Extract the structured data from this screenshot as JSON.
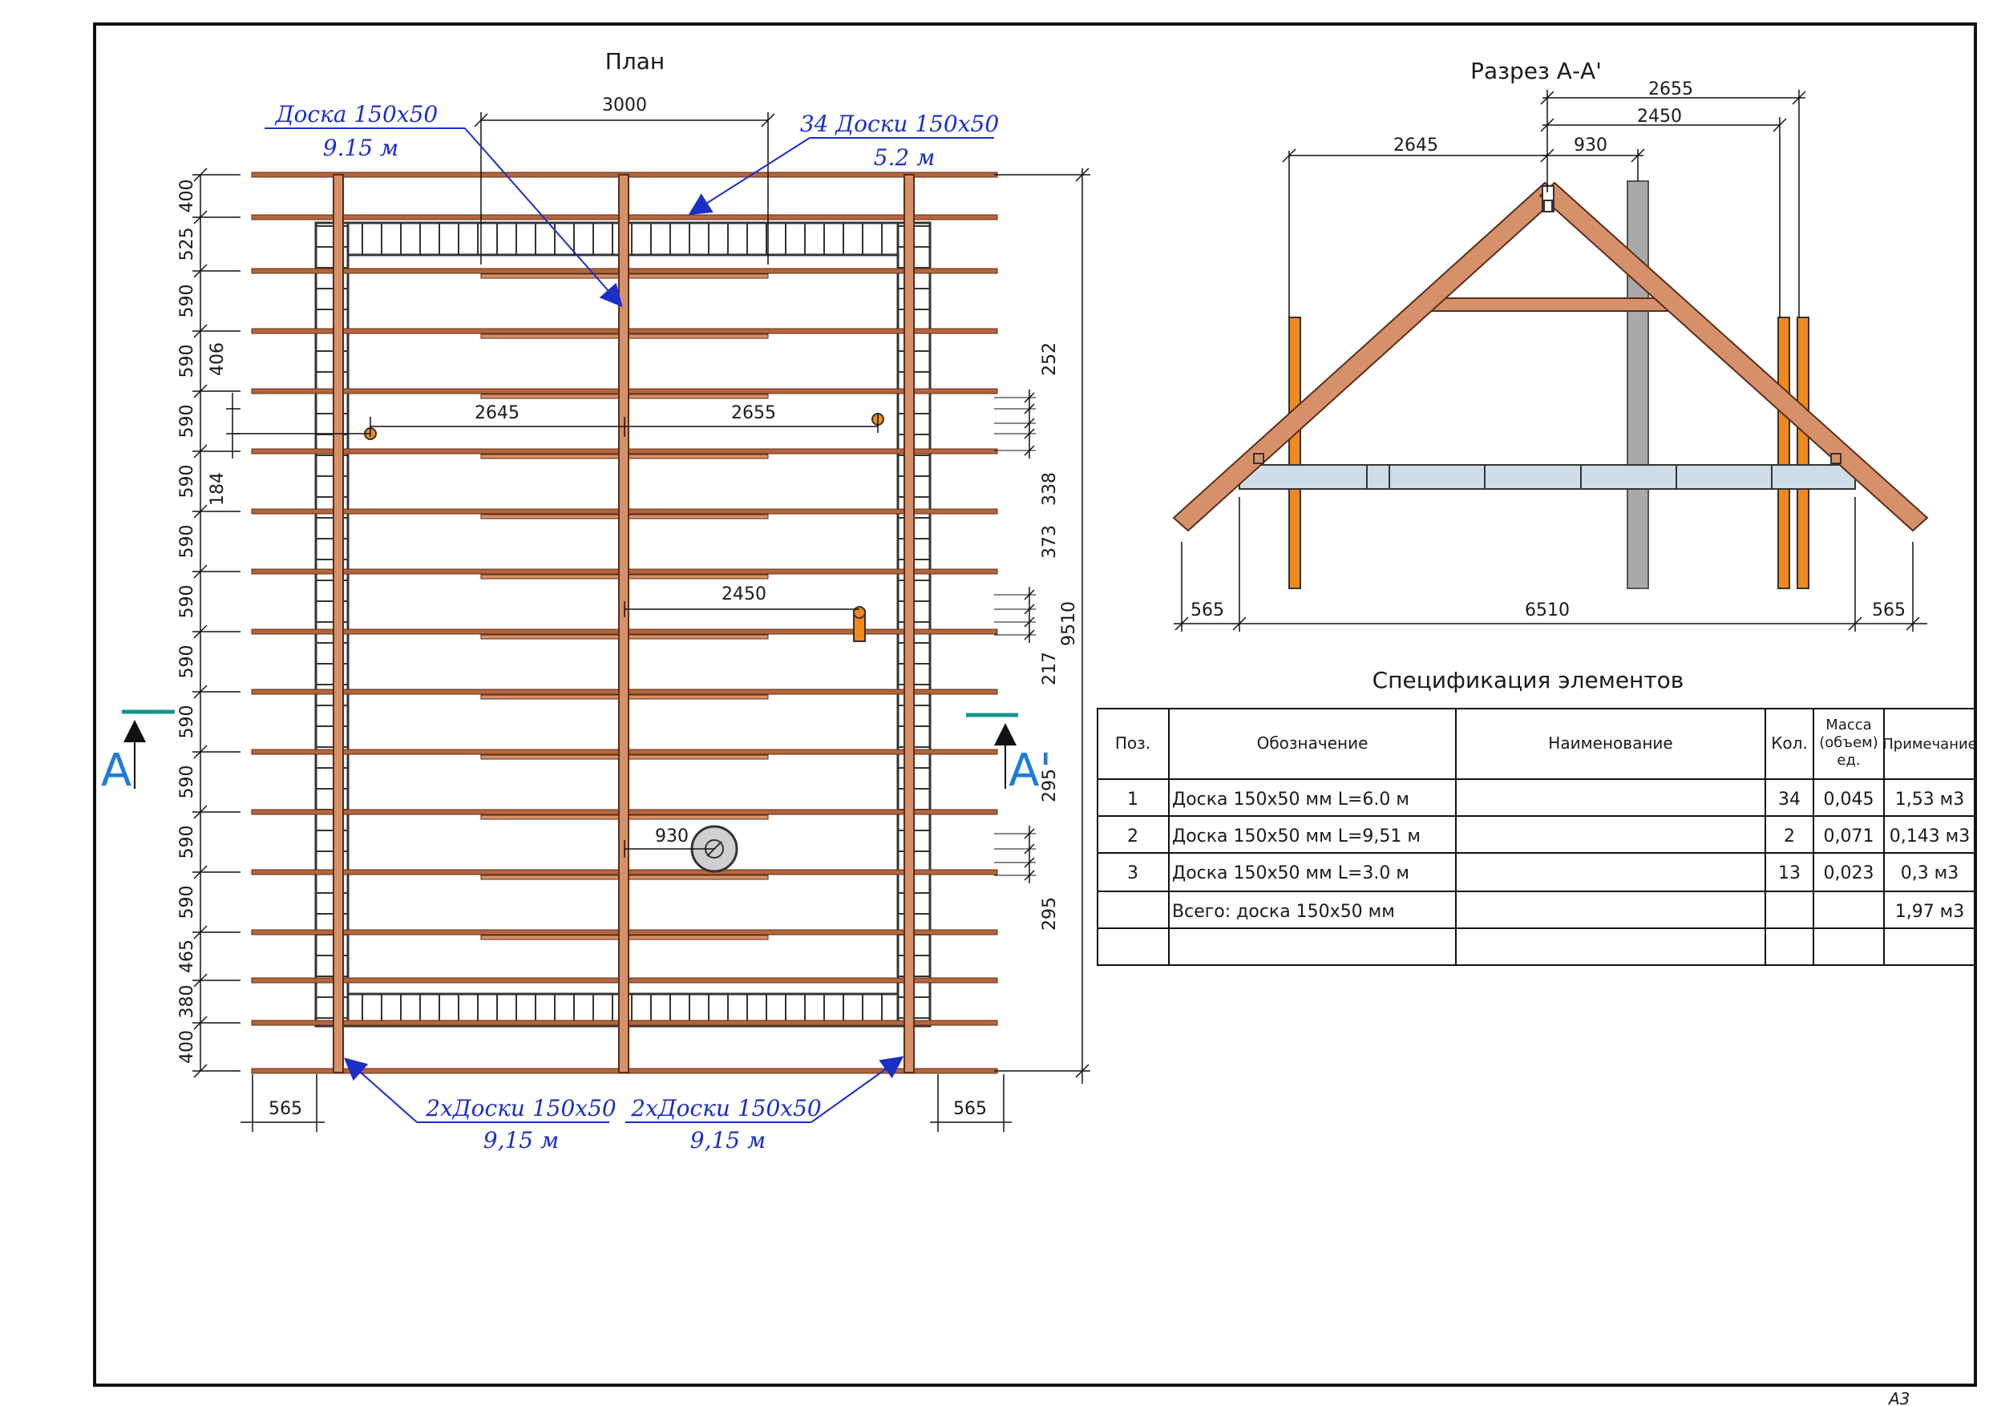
{
  "plan": {
    "title": "План",
    "dim_top": "3000",
    "note_left": {
      "line1": "Доска 150х50",
      "line2": "9.15 м"
    },
    "note_right": {
      "line1": "34 Доски 150х50",
      "line2": "5.2 м"
    },
    "note_bottom_left": {
      "line1": "2хДоски 150х50",
      "line2": "9,15 м"
    },
    "note_bottom_right": {
      "line1": "2хДоски 150х50",
      "line2": "9,15 м"
    },
    "left_dims": [
      "400",
      "525",
      "590",
      "590",
      "590",
      "590",
      "590",
      "590",
      "590",
      "590",
      "590",
      "590",
      "590",
      "465",
      "380",
      "400"
    ],
    "left_extra_dims": [
      "406",
      "184"
    ],
    "right_dims": [
      "252",
      "338",
      "373",
      "217",
      "295",
      "295"
    ],
    "total_dim": "9510",
    "inner_dims": {
      "d1": "2645",
      "d2": "2655",
      "d3": "2450",
      "d4": "930"
    },
    "bottom_dims": {
      "left": "565",
      "right": "565"
    },
    "cut_label_left": "A",
    "cut_label_right": "A'"
  },
  "section": {
    "title": "Разрез А-А'",
    "dims_top": [
      "2655",
      "2450",
      "2645",
      "930"
    ],
    "dims_bottom": [
      "565",
      "6510",
      "565"
    ]
  },
  "spec": {
    "title": "Спецификация элементов",
    "headers": {
      "pos": "Поз.",
      "designation": "Обозначение",
      "name": "Наименование",
      "qty": "Кол.",
      "mass_l1": "Масса",
      "mass_l2": "(объем)",
      "mass_l3": "ед.",
      "note": "Примечание"
    },
    "rows": [
      {
        "pos": "1",
        "designation": "Доска 150х50 мм L=6.0 м",
        "name": "",
        "qty": "34",
        "mass": "0,045",
        "note": "1,53 м3"
      },
      {
        "pos": "2",
        "designation": "Доска 150х50 мм L=9,51 м",
        "name": "",
        "qty": "2",
        "mass": "0,071",
        "note": "0,143 м3"
      },
      {
        "pos": "3",
        "designation": "Доска 150х50 мм L=3.0 м",
        "name": "",
        "qty": "13",
        "mass": "0,023",
        "note": "0,3 м3"
      },
      {
        "pos": "",
        "designation": "Всего: доска 150х50 мм",
        "name": "",
        "qty": "",
        "mass": "",
        "note": "1,97 м3"
      },
      {
        "pos": "",
        "designation": "",
        "name": "",
        "qty": "",
        "mass": "",
        "note": ""
      }
    ]
  },
  "sheet_format": "А3",
  "colors": {
    "joist": "#b5653c",
    "joist_light": "#d7916a",
    "post": "#f08a1c",
    "slab": "#cfdde8",
    "chimney": "#a9a9a9",
    "note": "#1a2ec8",
    "cut_mark": "#13948e"
  }
}
